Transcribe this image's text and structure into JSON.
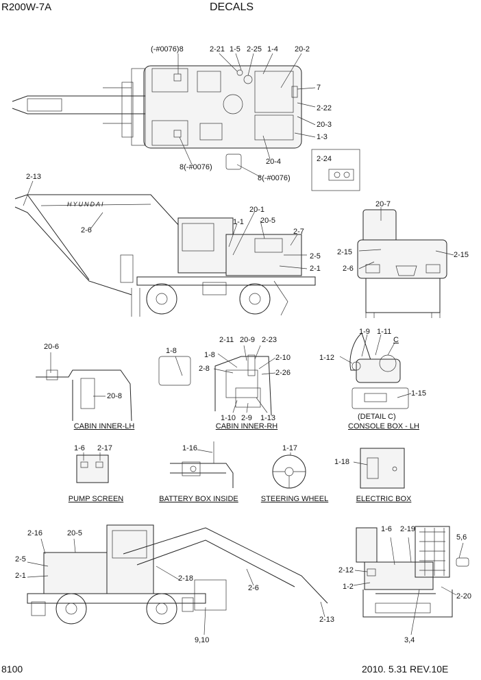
{
  "header": {
    "model": "R200W-7A",
    "title": "DECALS"
  },
  "footer": {
    "page": "8100",
    "date_rev": "2010. 5.31  REV.10E"
  },
  "views": {
    "top_view": [
      "(-#0076)8",
      "2-21",
      "1-5",
      "2-25",
      "1-4",
      "20-2",
      "7",
      "2-22",
      "20-3",
      "1-3",
      "20-4",
      "8(-#0076)",
      "8(-#0076)",
      "2-24"
    ],
    "side_view_left": [
      "2-13",
      "2-6",
      "20-1",
      "1-1",
      "20-5",
      "2-7",
      "2-5",
      "2-1"
    ],
    "rear_view": [
      "20-7",
      "2-15",
      "2-15",
      "2-6"
    ],
    "cabin_inner_lh": [
      "20-6",
      "20-8"
    ],
    "cabin_inner_rh": [
      "1-8",
      "1-8",
      "2-11",
      "20-9",
      "2-23",
      "2-10",
      "2-8",
      "2-26",
      "1-10",
      "2-9",
      "1-13"
    ],
    "console_box_lh": [
      "1-9",
      "1-11",
      "C",
      "1-12",
      "1-15",
      "(DETAIL C)"
    ],
    "pump_screen": [
      "1-6",
      "2-17"
    ],
    "battery_box_inside": [
      "1-16"
    ],
    "steering_wheel": [
      "1-17"
    ],
    "electric_box": [
      "1-18"
    ],
    "side_view_right": [
      "2-16",
      "20-5",
      "2-5",
      "2-1",
      "2-18",
      "2-6",
      "2-13",
      "9,10"
    ],
    "front_view": [
      "1-6",
      "2-19",
      "5,6",
      "2-12",
      "1-2",
      "2-20",
      "3,4"
    ]
  },
  "captions": {
    "cabin_inner_lh": "CABIN INNER-LH",
    "cabin_inner_rh": "CABIN INNER-RH",
    "console_box_lh": "CONSOLE BOX - LH",
    "pump_screen": "PUMP SCREEN",
    "battery_box_inside": "BATTERY BOX INSIDE",
    "steering_wheel": "STEERING WHEEL",
    "electric_box": "ELECTRIC BOX"
  },
  "brand_lettering": "HYUNDAI"
}
